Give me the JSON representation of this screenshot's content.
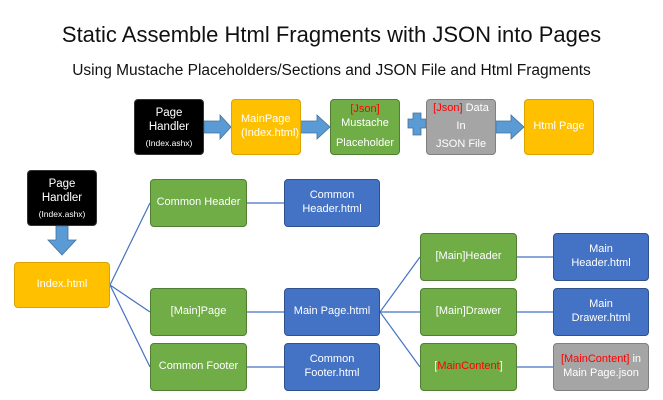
{
  "title": "Static Assemble Html Fragments with JSON into Pages",
  "subtitle": "Using Mustache Placeholders/Sections and JSON File and Html Fragments",
  "top_flow": {
    "handler_line1": "Page Handler",
    "handler_line2": "(Index.ashx)",
    "mainpage_line1": "MainPage",
    "mainpage_line2": "(Index.html)",
    "mustache_json": "[Json]",
    "mustache_line2": "Mustache",
    "mustache_line3": "Placeholder",
    "data_json": "[Json]",
    "data_word": " Data",
    "data_in": "In",
    "data_file": "JSON File",
    "htmlpage": "Html Page"
  },
  "tree": {
    "handler_line1": "Page Handler",
    "handler_line2": "(Index.ashx)",
    "index": "Index.html",
    "common_header": "Common Header",
    "common_header_file_line1": "Common",
    "common_header_file_line2": "Header.html",
    "main_page_section": "[Main]Page",
    "main_page_file": "Main Page.html",
    "common_footer": "Common Footer",
    "common_footer_file_line1": "Common",
    "common_footer_file_line2": "Footer.html",
    "main_header": "[Main]Header",
    "main_header_file_line1": "Main",
    "main_header_file_line2": "Header.html",
    "main_drawer": "[Main]Drawer",
    "main_drawer_file_line1": "Main",
    "main_drawer_file_line2": "Drawer.html",
    "main_content_open": "[",
    "main_content_red": "MainContent",
    "main_content_close": "]",
    "main_content_json_red": "[MainContent]",
    "main_content_json_in": " in",
    "main_content_json_line2": "Main Page.json"
  },
  "colors": {
    "black": "#000000",
    "yellow": "#ffc000",
    "green": "#70ad47",
    "blue": "#4472c4",
    "gray": "#a5a5a5",
    "arrow": "#5b9bd5",
    "red": "#ff0000"
  }
}
